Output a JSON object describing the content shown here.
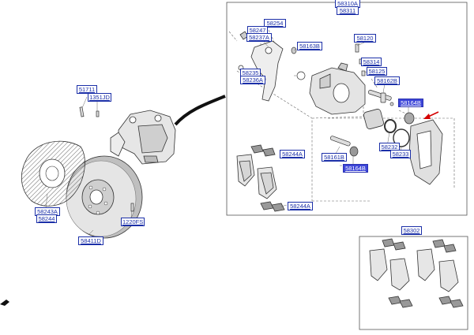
{
  "diagram": {
    "labels": [
      {
        "id": "top-a",
        "text": "58310A",
        "hl": false
      },
      {
        "id": "top-b",
        "text": "58311",
        "hl": false
      },
      {
        "id": "l58254",
        "text": "58254",
        "hl": false
      },
      {
        "id": "l58247",
        "text": "58247",
        "hl": false
      },
      {
        "id": "l58237a",
        "text": "58237A",
        "hl": false
      },
      {
        "id": "l58163b",
        "text": "58163B",
        "hl": false
      },
      {
        "id": "l58120",
        "text": "58120",
        "hl": false
      },
      {
        "id": "l58314",
        "text": "58314",
        "hl": false
      },
      {
        "id": "l58125",
        "text": "58125",
        "hl": false
      },
      {
        "id": "l58162b",
        "text": "58162B",
        "hl": false
      },
      {
        "id": "l58164b-top",
        "text": "58164B",
        "hl": true
      },
      {
        "id": "l58235",
        "text": "58235",
        "hl": false
      },
      {
        "id": "l58236a",
        "text": "58236A",
        "hl": false
      },
      {
        "id": "l58232",
        "text": "58232",
        "hl": false
      },
      {
        "id": "l58233",
        "text": "58233",
        "hl": false
      },
      {
        "id": "l58244a-1",
        "text": "58244A",
        "hl": false
      },
      {
        "id": "l58161b",
        "text": "58161B",
        "hl": false
      },
      {
        "id": "l58164b-low",
        "text": "58164B",
        "hl": true
      },
      {
        "id": "l58244a-2",
        "text": "58244A",
        "hl": false
      },
      {
        "id": "l51711",
        "text": "51711",
        "hl": false
      },
      {
        "id": "l1351jd",
        "text": "1351JD",
        "hl": false
      },
      {
        "id": "l58243a",
        "text": "58243A",
        "hl": false
      },
      {
        "id": "l58244",
        "text": "58244",
        "hl": false
      },
      {
        "id": "l1220fs",
        "text": "1220FS",
        "hl": false
      },
      {
        "id": "l58411d",
        "text": "58411D",
        "hl": false
      },
      {
        "id": "l58302",
        "text": "58302",
        "hl": false
      }
    ]
  }
}
